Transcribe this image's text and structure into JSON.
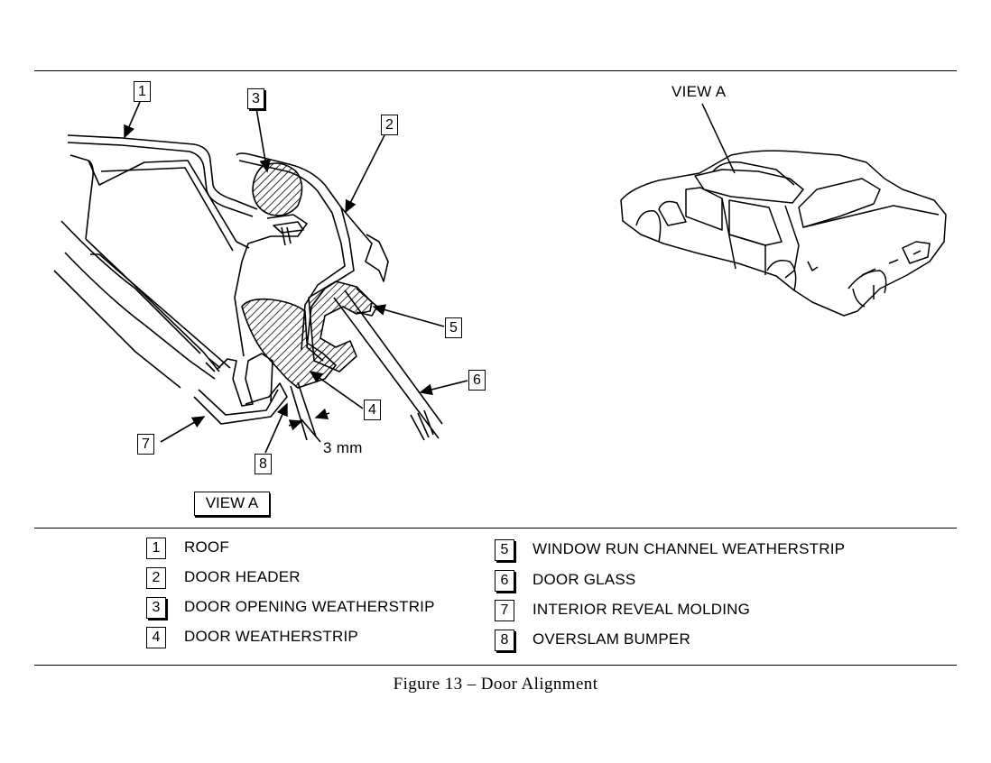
{
  "callouts": {
    "c1": "1",
    "c2": "2",
    "c3": "3",
    "c4": "4",
    "c5": "5",
    "c6": "6",
    "c7": "7",
    "c8": "8"
  },
  "labels": {
    "view_a_top": "VIEW A",
    "gap": "3 mm",
    "view_a_box": "VIEW A"
  },
  "legend": [
    {
      "num": "1",
      "text": "ROOF"
    },
    {
      "num": "2",
      "text": "DOOR HEADER"
    },
    {
      "num": "3",
      "text": "DOOR OPENING WEATHERSTRIP"
    },
    {
      "num": "4",
      "text": "DOOR WEATHERSTRIP"
    },
    {
      "num": "5",
      "text": "WINDOW RUN CHANNEL WEATHERSTRIP"
    },
    {
      "num": "6",
      "text": "DOOR GLASS"
    },
    {
      "num": "7",
      "text": "INTERIOR REVEAL MOLDING"
    },
    {
      "num": "8",
      "text": "OVERSLAM BUMPER"
    }
  ],
  "caption": "Figure 13 – Door Alignment"
}
